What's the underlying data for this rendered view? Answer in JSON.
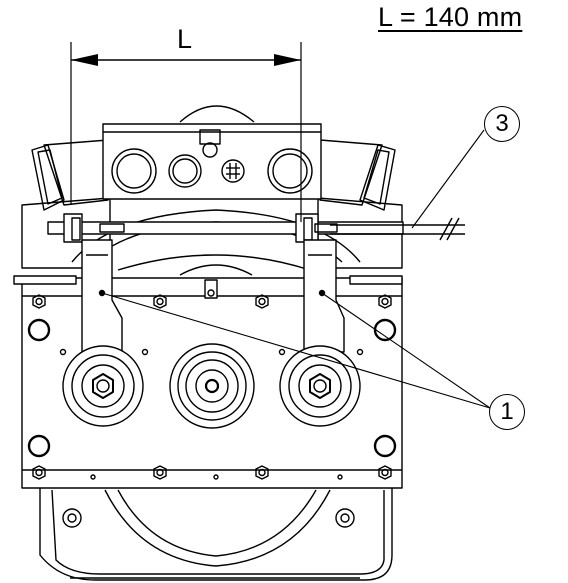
{
  "dimension": {
    "note": "L = 140 mm",
    "symbol": "L"
  },
  "callouts": {
    "item1": "1",
    "item3": "3"
  },
  "colors": {
    "line": "#000000",
    "fill": "#ffffff",
    "shade": "#e6e6e6"
  }
}
